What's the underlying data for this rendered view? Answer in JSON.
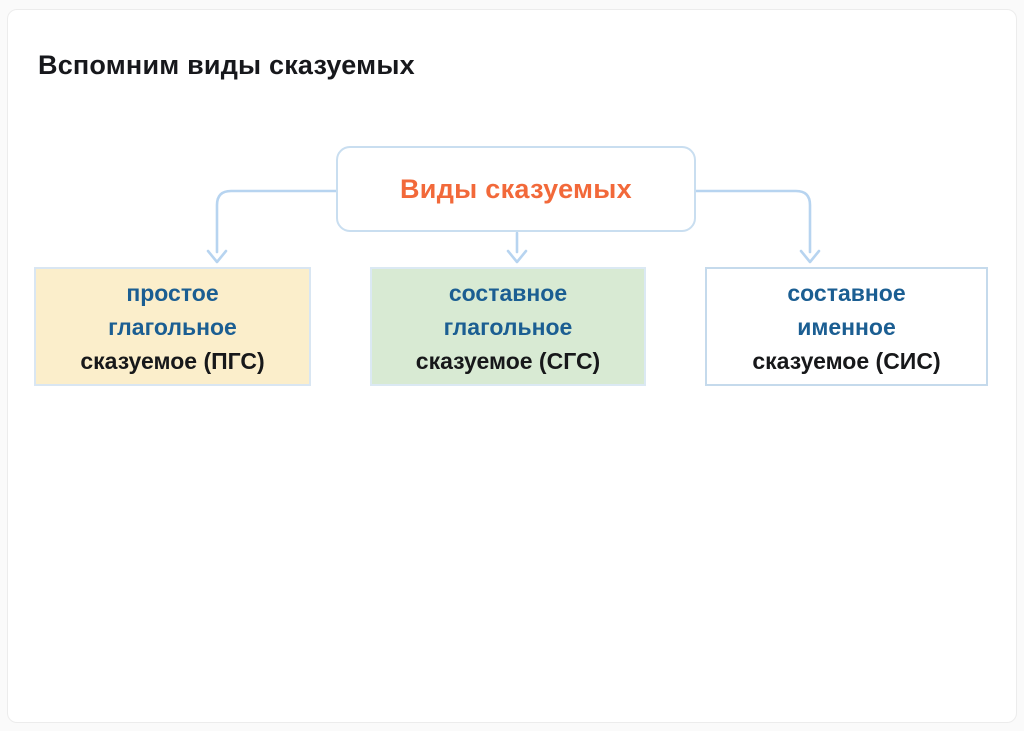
{
  "page": {
    "title": "Вспомним виды сказуемых"
  },
  "diagram": {
    "root": {
      "label": "Виды сказуемых"
    },
    "children": [
      {
        "id": "pgs",
        "lines": [
          "простое",
          "глагольное",
          "сказуемое (ПГС)"
        ],
        "fill": "#fbeecb"
      },
      {
        "id": "sgs",
        "lines": [
          "составное",
          "глагольное",
          "сказуемое (СГС)"
        ],
        "fill": "#d8ead3"
      },
      {
        "id": "sis",
        "lines": [
          "составное",
          "именное",
          "сказуемое (СИС)"
        ],
        "fill": "#ffffff"
      }
    ]
  },
  "colors": {
    "title_text": "#17181c",
    "root_label": "#f2693a",
    "root_border": "#c9def0",
    "connector": "#b7d4f0",
    "box_text_blue": "#1b5e92",
    "box_text_dark": "#17181a",
    "pgs_fill": "#fbeecb",
    "sgs_fill": "#d8ead3",
    "sis_fill": "#ffffff",
    "box_border": "#c9ddef"
  }
}
